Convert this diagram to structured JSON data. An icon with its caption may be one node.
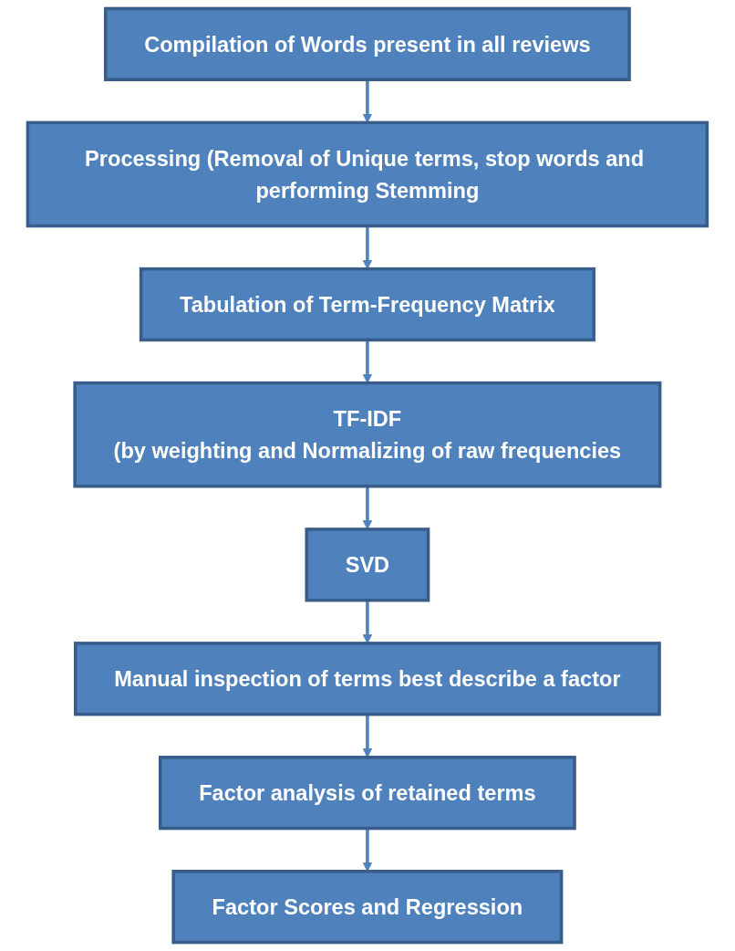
{
  "diagram": {
    "nodes": [
      {
        "text": [
          "Compilation of Words present in all reviews"
        ]
      },
      {
        "text": [
          "Processing (Removal of Unique terms, stop words and performing Stemming"
        ]
      },
      {
        "text": [
          "Tabulation of Term-Frequency Matrix"
        ]
      },
      {
        "text": [
          "TF-IDF",
          "(by weighting and Normalizing of raw frequencies"
        ]
      },
      {
        "text": [
          "SVD"
        ]
      },
      {
        "text": [
          "Manual inspection of terms best describe a factor"
        ]
      },
      {
        "text": [
          "Factor analysis of retained terms"
        ]
      },
      {
        "text": [
          "Factor Scores and Regression"
        ]
      }
    ],
    "edges": [
      {
        "from": 0,
        "to": 1,
        "arrow": "to"
      },
      {
        "from": 1,
        "to": 2,
        "arrow": "to"
      },
      {
        "from": 2,
        "to": 3,
        "arrow": "to"
      },
      {
        "from": 3,
        "to": 4,
        "arrow": "to"
      },
      {
        "from": 4,
        "to": 5,
        "arrow": "to"
      },
      {
        "from": 5,
        "to": 6,
        "arrow": "to"
      },
      {
        "from": 6,
        "to": 7,
        "arrow": "to"
      }
    ]
  }
}
